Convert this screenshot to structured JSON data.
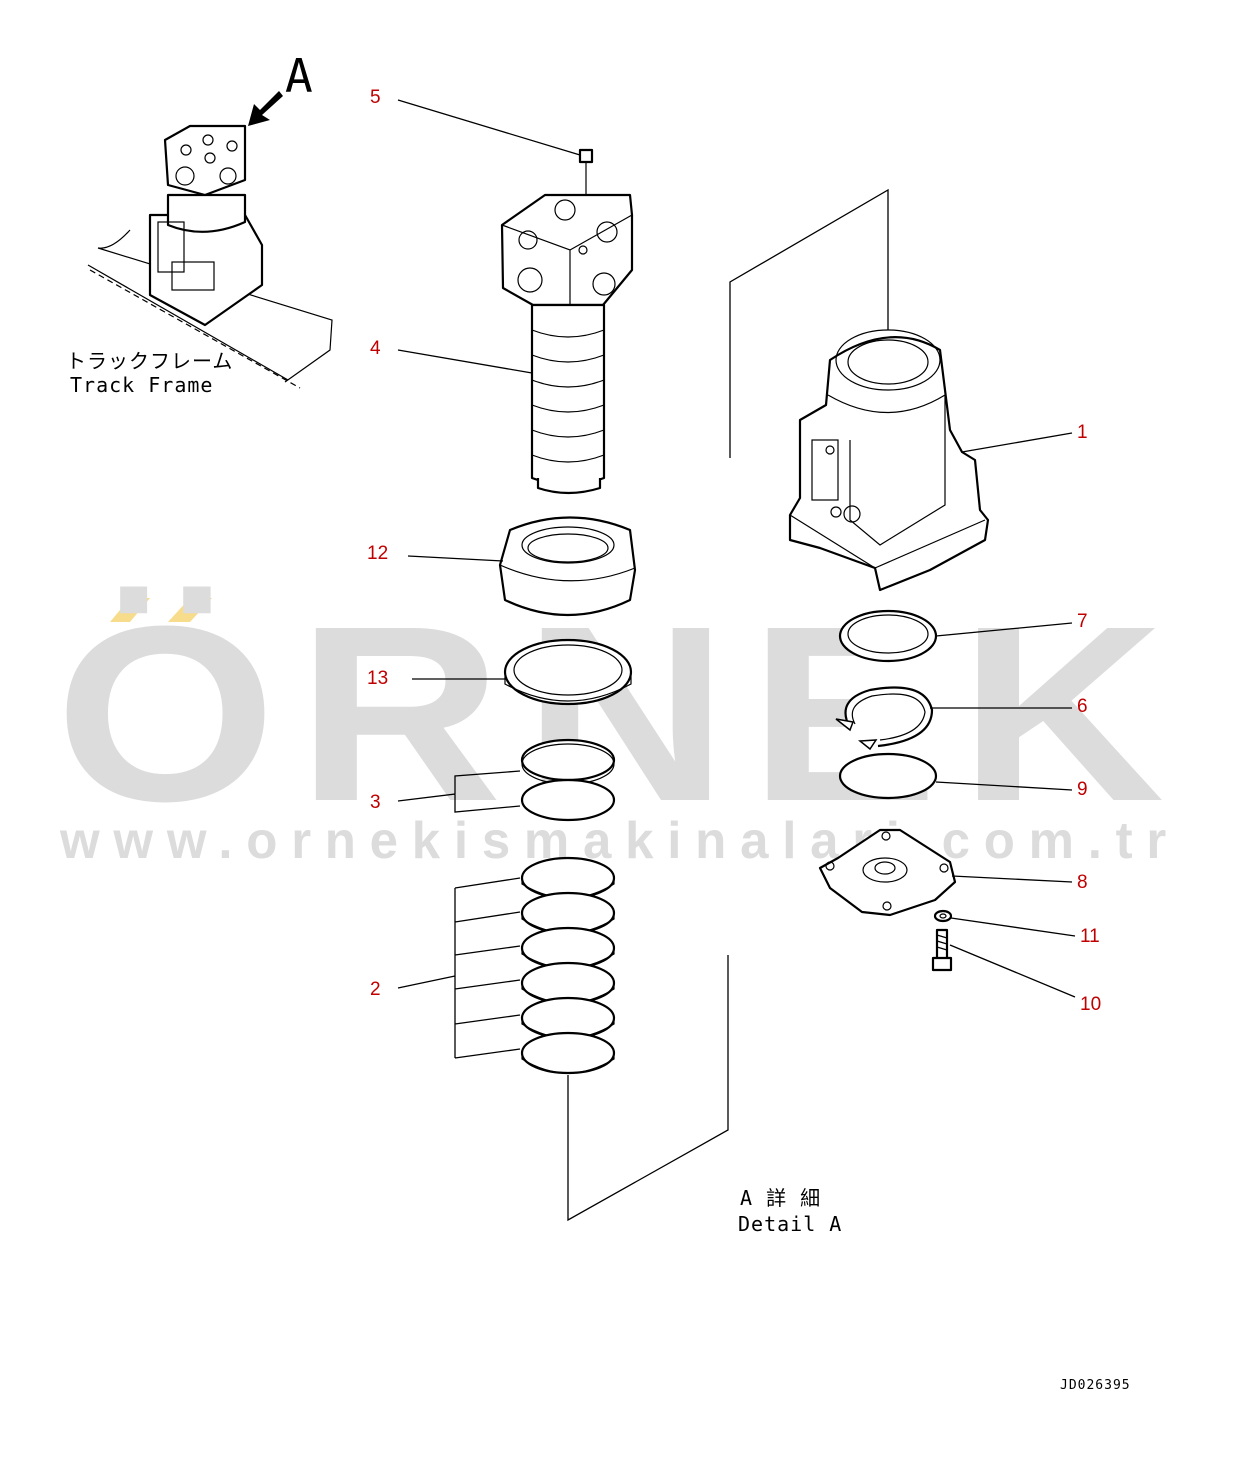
{
  "title_letter": "A",
  "track_frame": {
    "jp": "トラックフレーム",
    "en": "Track Frame"
  },
  "detail": {
    "jp": "A 詳 細",
    "en": "Detail A"
  },
  "drawing_id": "JD026395",
  "watermark": {
    "brand": "ÖRNEK",
    "url": "www.ornekismakinalari.com.tr",
    "color": "#dcdcdc",
    "accent": "#f7dc8c"
  },
  "callout_color": "#c00000",
  "callouts": [
    {
      "id": "5",
      "label": "5"
    },
    {
      "id": "4",
      "label": "4"
    },
    {
      "id": "12",
      "label": "12"
    },
    {
      "id": "13",
      "label": "13"
    },
    {
      "id": "3",
      "label": "3"
    },
    {
      "id": "2",
      "label": "2"
    },
    {
      "id": "1",
      "label": "1"
    },
    {
      "id": "7",
      "label": "7"
    },
    {
      "id": "6",
      "label": "6"
    },
    {
      "id": "9",
      "label": "9"
    },
    {
      "id": "8",
      "label": "8"
    },
    {
      "id": "11",
      "label": "11"
    },
    {
      "id": "10",
      "label": "10"
    }
  ]
}
